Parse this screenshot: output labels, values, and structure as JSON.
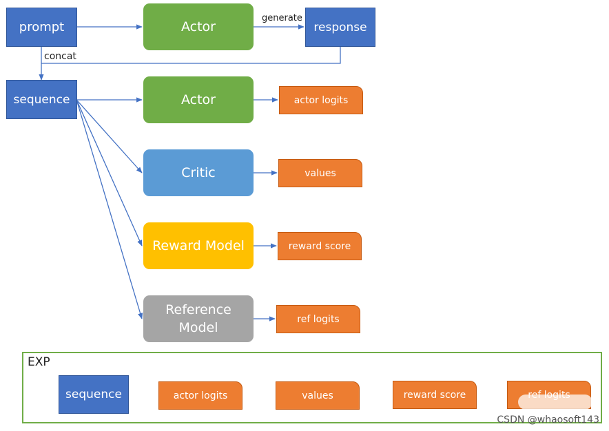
{
  "nodes": {
    "prompt": "prompt",
    "actor_gen": "Actor",
    "response": "response",
    "sequence": "sequence",
    "actor": "Actor",
    "critic": "Critic",
    "reward_model": "Reward Model",
    "reference_model_line1": "Reference",
    "reference_model_line2": "Model"
  },
  "outputs": {
    "actor_logits": "actor logits",
    "values": "values",
    "reward_score": "reward score",
    "ref_logits": "ref logits"
  },
  "edge_labels": {
    "generate": "generate",
    "concat": "concat"
  },
  "exp": {
    "title": "EXP",
    "items": [
      "sequence",
      "actor logits",
      "values",
      "reward score",
      "ref logits"
    ]
  },
  "watermark": "CSDN @whaosoft143",
  "colors": {
    "blue_box": "#4472C4",
    "actor": "#70AD47",
    "critic": "#5B9BD5",
    "reward_model": "#FFC000",
    "reference_model": "#A5A5A5",
    "output": "#ED7D31",
    "arrow": "#4472C4",
    "exp_border": "#70AD47"
  }
}
